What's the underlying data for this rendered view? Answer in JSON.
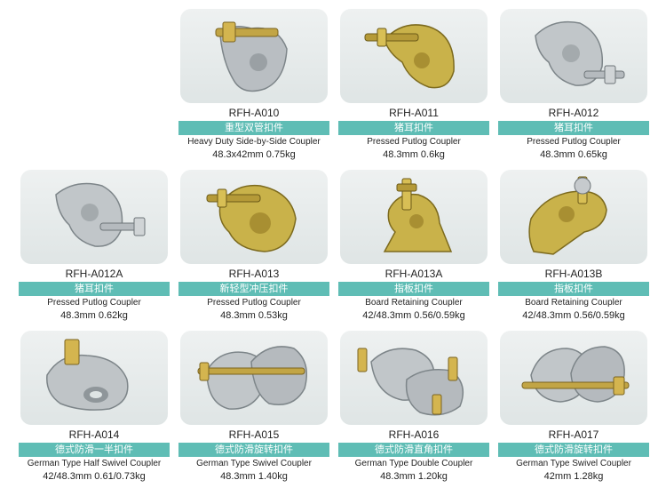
{
  "products": [
    {
      "code": "RFH-A010",
      "cn": "重型双管扣件",
      "en": "Heavy Duty Side-by-Side Coupler",
      "spec": "48.3x42mm  0.75kg",
      "finish": "silver"
    },
    {
      "code": "RFH-A011",
      "cn": "猪耳扣件",
      "en": "Pressed Putlog Coupler",
      "spec": "48.3mm  0.6kg",
      "finish": "gold"
    },
    {
      "code": "RFH-A012",
      "cn": "猪耳扣件",
      "en": "Pressed Putlog Coupler",
      "spec": "48.3mm  0.65kg",
      "finish": "silver"
    },
    {
      "code": "RFH-A012A",
      "cn": "猪耳扣件",
      "en": "Pressed Putlog Coupler",
      "spec": "48.3mm  0.62kg",
      "finish": "silver"
    },
    {
      "code": "RFH-A013",
      "cn": "新轻型冲压扣件",
      "en": "Pressed Putlog Coupler",
      "spec": "48.3mm  0.53kg",
      "finish": "gold"
    },
    {
      "code": "RFH-A013A",
      "cn": "指板扣件",
      "en": "Board Retaining Coupler",
      "spec": "42/48.3mm  0.56/0.59kg",
      "finish": "gold"
    },
    {
      "code": "RFH-A013B",
      "cn": "指板扣件",
      "en": "Board Retaining Coupler",
      "spec": "42/48.3mm  0.56/0.59kg",
      "finish": "gold"
    },
    {
      "code": "RFH-A014",
      "cn": "德式防滑一半扣件",
      "en": "German Type Half Swivel Coupler",
      "spec": "42/48.3mm  0.61/0.73kg",
      "finish": "silver"
    },
    {
      "code": "RFH-A015",
      "cn": "德式防滑旋转扣件",
      "en": "German Type Swivel Coupler",
      "spec": "48.3mm  1.40kg",
      "finish": "silver"
    },
    {
      "code": "RFH-A016",
      "cn": "德式防滑直角扣件",
      "en": "German Type Double Coupler",
      "spec": "48.3mm  1.20kg",
      "finish": "silver"
    },
    {
      "code": "RFH-A017",
      "cn": "德式防滑旋转扣件",
      "en": "German Type Swivel Coupler",
      "spec": "42mm  1.28kg",
      "finish": "silver"
    }
  ],
  "colors": {
    "label_bar": "#5fbdb5",
    "gold_metal": "#c9b24a",
    "silver_metal": "#b7bcc0"
  }
}
